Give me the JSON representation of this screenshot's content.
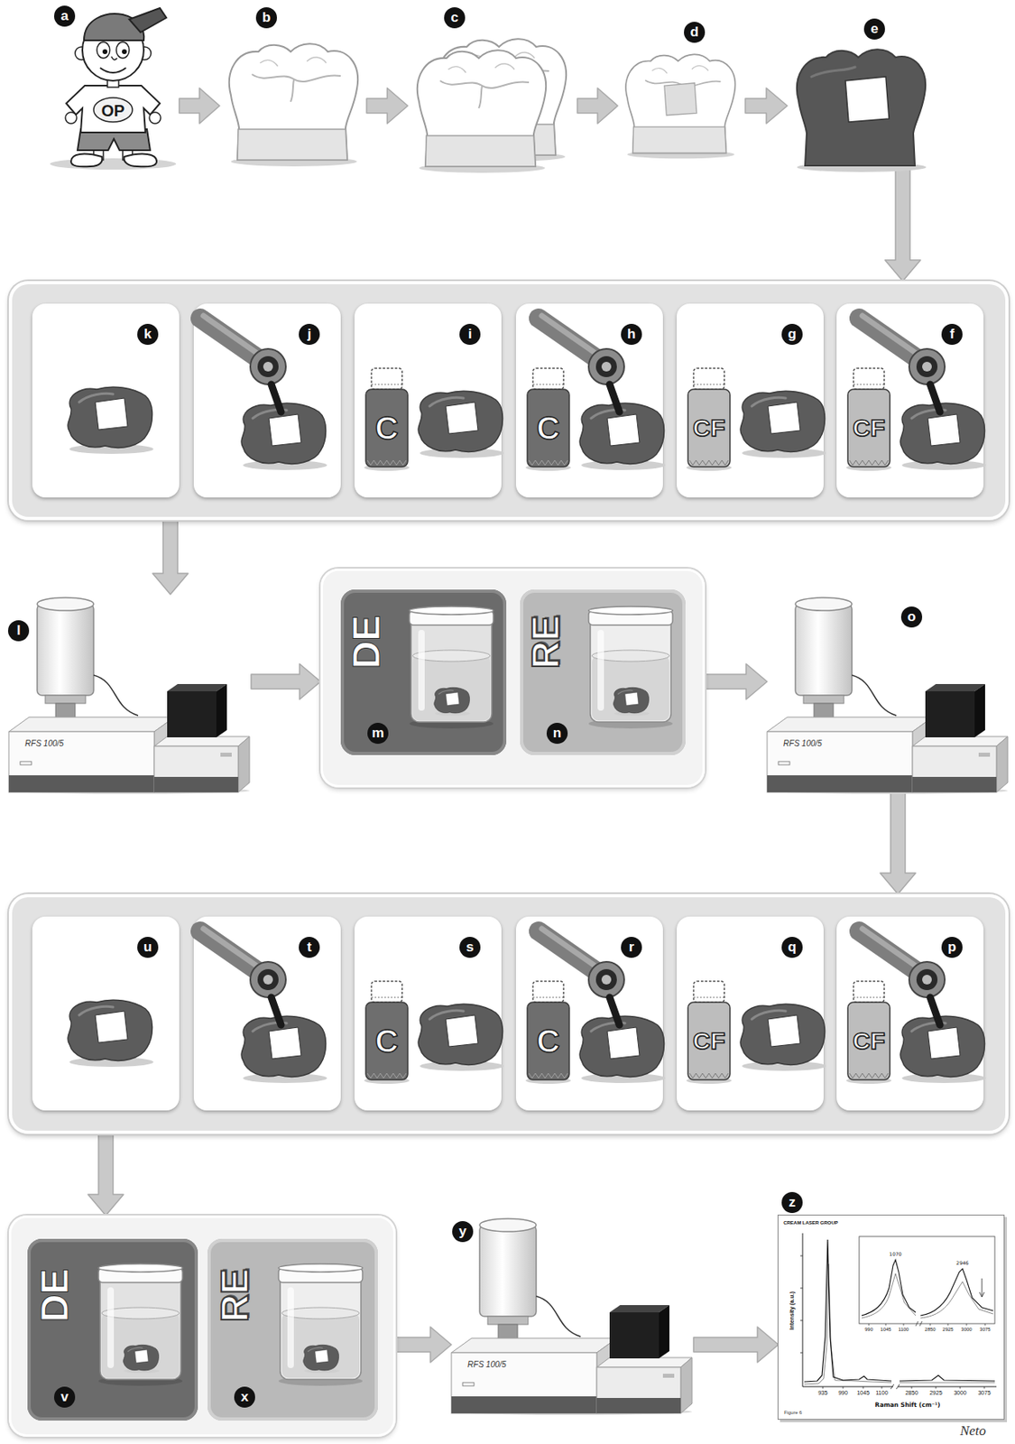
{
  "diagram": {
    "nodes": [
      {
        "text": [
          "a",
          "OP"
        ]
      },
      {
        "text": [
          "b"
        ]
      },
      {
        "text": [
          "c"
        ]
      },
      {
        "text": [
          "d"
        ]
      },
      {
        "text": [
          "e"
        ]
      },
      {
        "text": []
      },
      {
        "text": [
          "k"
        ],
        "in": 5
      },
      {
        "text": [
          "j"
        ],
        "in": 5
      },
      {
        "text": [
          "i",
          "C"
        ],
        "in": 5
      },
      {
        "text": [
          "h",
          "C"
        ],
        "in": 5
      },
      {
        "text": [
          "g",
          "CF"
        ],
        "in": 5
      },
      {
        "text": [
          "f",
          "CF"
        ],
        "in": 5
      },
      {
        "text": [
          "l",
          "RFS 100/5"
        ]
      },
      {
        "text": []
      },
      {
        "text": [
          "DE",
          "m"
        ],
        "in": 13
      },
      {
        "text": [
          "RE",
          "n"
        ],
        "in": 13
      },
      {
        "text": [
          "o",
          "RFS 100/5"
        ]
      },
      {
        "text": []
      },
      {
        "text": [
          "u"
        ],
        "in": 17
      },
      {
        "text": [
          "t"
        ],
        "in": 17
      },
      {
        "text": [
          "s",
          "C"
        ],
        "in": 17
      },
      {
        "text": [
          "r",
          "C"
        ],
        "in": 17
      },
      {
        "text": [
          "q",
          "CF"
        ],
        "in": 17
      },
      {
        "text": [
          "p",
          "CF"
        ],
        "in": 17
      },
      {
        "text": []
      },
      {
        "text": [
          "DE",
          "v"
        ],
        "in": 24
      },
      {
        "text": [
          "RE",
          "x"
        ],
        "in": 24
      },
      {
        "text": [
          "y",
          "RFS 100/5"
        ]
      },
      {
        "text": [
          "z",
          "CREAM LASER GROUP",
          "1070",
          "2946",
          "990",
          "1045",
          "1100",
          "2850",
          "2925",
          "3000",
          "3075",
          "Intensity (a.u.)",
          "935",
          "990",
          "1045",
          "1100",
          "2850",
          "2925",
          "3000",
          "3075",
          "Raman Shift (cm⁻¹)",
          "Figure 6"
        ]
      }
    ],
    "edges": [
      {
        "from": 0,
        "to": 1,
        "arrow": "to"
      },
      {
        "from": 1,
        "to": 2,
        "arrow": "to"
      },
      {
        "from": 2,
        "to": 3,
        "arrow": "to"
      },
      {
        "from": 3,
        "to": 4,
        "arrow": "to"
      },
      {
        "from": 4,
        "to": 5,
        "arrow": "to"
      },
      {
        "from": 5,
        "to": 12,
        "arrow": "to"
      },
      {
        "from": 12,
        "to": 13,
        "arrow": "to"
      },
      {
        "from": 13,
        "to": 16,
        "arrow": "to"
      },
      {
        "from": 16,
        "to": 17,
        "arrow": "to"
      },
      {
        "from": 17,
        "to": 24,
        "arrow": "to"
      },
      {
        "from": 24,
        "to": 27,
        "arrow": "to"
      },
      {
        "from": 27,
        "to": 28,
        "arrow": "to"
      }
    ],
    "labels": [
      "Neto"
    ]
  }
}
